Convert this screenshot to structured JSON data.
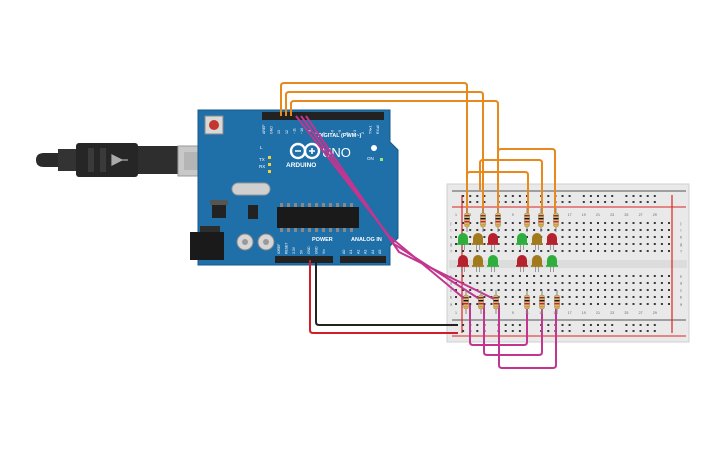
{
  "arduino": {
    "brand": "ARDUINO",
    "model": "UNO",
    "digital_header_label": "DIGITAL (PWM~)",
    "power_label": "POWER",
    "analog_label": "ANALOG IN",
    "led_labels": [
      "L",
      "TX",
      "RX"
    ],
    "on_label": "ON",
    "top_header_labels": [
      "AREF",
      "GND",
      "13",
      "12",
      "~11",
      "~10",
      "~9",
      "8",
      "7",
      "~6",
      "~5",
      "4",
      "~3",
      "2",
      "TX▸1",
      "RX◂0"
    ],
    "power_header_labels": [
      "IOREF",
      "RESET",
      "3.3V",
      "5V",
      "GND",
      "GND",
      "Vin"
    ],
    "analog_header_labels": [
      "A0",
      "A1",
      "A2",
      "A3",
      "A4",
      "A5"
    ]
  },
  "breadboard": {
    "column_numbers": [
      "1",
      "3",
      "5",
      "7",
      "9",
      "11",
      "13",
      "15",
      "17",
      "19",
      "21",
      "23",
      "25",
      "27",
      "29"
    ],
    "top_row_letters": [
      "j",
      "i",
      "h",
      "g",
      "f"
    ],
    "bottom_row_letters": [
      "e",
      "d",
      "c",
      "b",
      "a"
    ]
  },
  "colors": {
    "board_blue": "#1f6fa8",
    "wire_orange": "#e8891d",
    "wire_magenta": "#c2368f",
    "wire_red": "#d11f2a",
    "wire_black": "#222222",
    "led_green": "#2fae3d",
    "led_yellow": "#a07a1c",
    "led_red": "#b5222d"
  }
}
